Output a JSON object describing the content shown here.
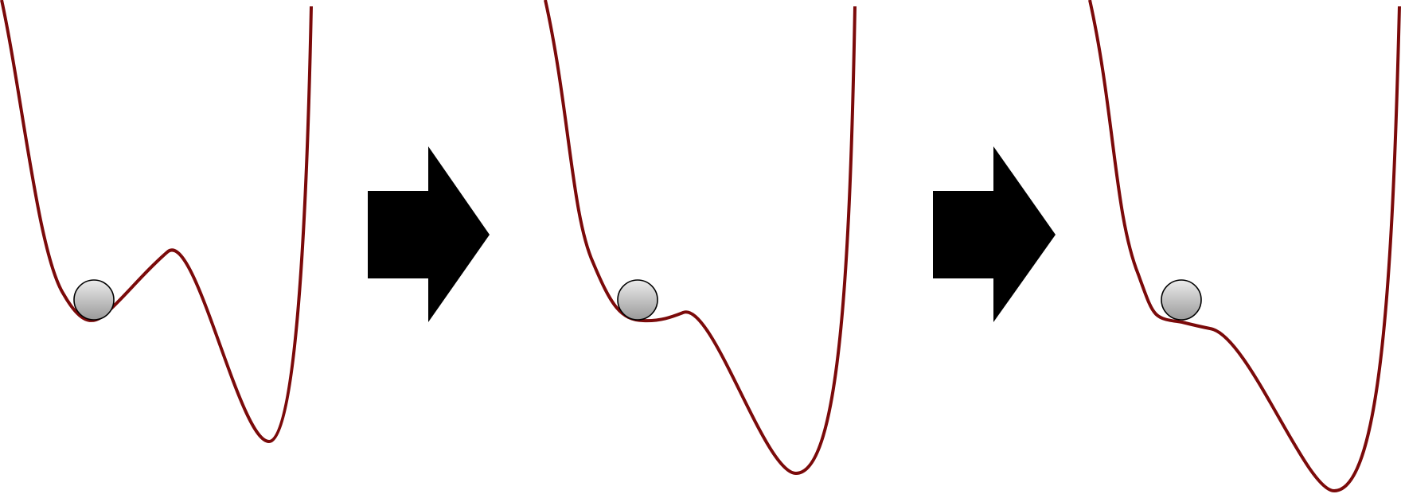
{
  "colors": {
    "background": "#ffffff",
    "curve": "#7b0a0a",
    "arrow": "#000000",
    "ball_outline": "#000000",
    "ball_gradient_top": "#ececec",
    "ball_gradient_bottom": "#9a9a9a"
  },
  "panels": [
    {
      "id": "panel-1",
      "description_icon": "double-well-potential",
      "ball": "resting-in-left-well"
    },
    {
      "id": "panel-2",
      "description_icon": "tilted-potential-shallow-barrier",
      "ball": "resting-in-left-well"
    },
    {
      "id": "panel-3",
      "description_icon": "tilted-potential-no-barrier",
      "ball": "resting-on-shoulder"
    }
  ],
  "arrows": [
    {
      "id": "arrow-1",
      "icon": "right-arrow-icon"
    },
    {
      "id": "arrow-2",
      "icon": "right-arrow-icon"
    }
  ]
}
